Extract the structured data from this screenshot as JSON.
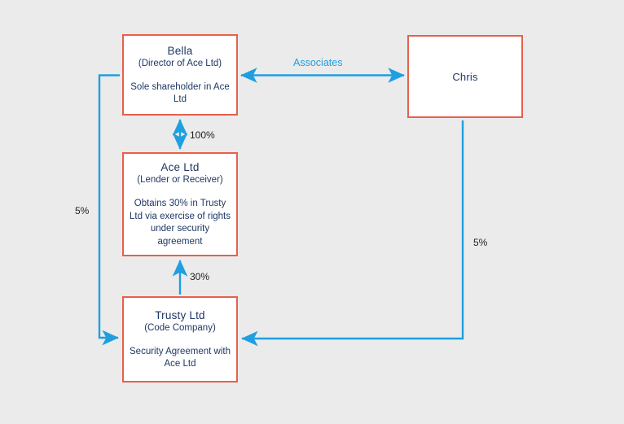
{
  "diagram": {
    "title": "Corporate relationship diagram",
    "canvas_bg": "#ebebeb",
    "node_border_color": "#e8604c",
    "arrow_color": "#1f9fe0",
    "text_color": "#1f3864"
  },
  "nodes": {
    "bella": {
      "title": "Bella",
      "subtitle": "(Director  of Ace Ltd)",
      "body": "Sole shareholder  in Ace Ltd"
    },
    "ace": {
      "title": "Ace Ltd",
      "subtitle": "(Lender or Receiver)",
      "body": "Obtains 30% in Trusty  Ltd via exercise of rights  under security agreement"
    },
    "trusty": {
      "title": "Trusty Ltd",
      "subtitle": "(Code Company)",
      "body": "Security  Agreement  with Ace Ltd"
    },
    "chris": {
      "title": "Chris",
      "subtitle": "",
      "body": ""
    }
  },
  "edges": {
    "associates": {
      "label": "Associates",
      "from": "bella",
      "to": "chris",
      "direction": "both"
    },
    "bella_ace": {
      "label": "100%",
      "from": "ace",
      "to": "bella",
      "direction": "both"
    },
    "trusty_ace": {
      "label": "30%",
      "from": "trusty",
      "to": "ace",
      "direction": "up"
    },
    "bella_trusty": {
      "label": "5%",
      "from": "bella",
      "to": "trusty",
      "direction": "right"
    },
    "chris_trusty": {
      "label": "5%",
      "from": "chris",
      "to": "trusty",
      "direction": "left"
    }
  }
}
